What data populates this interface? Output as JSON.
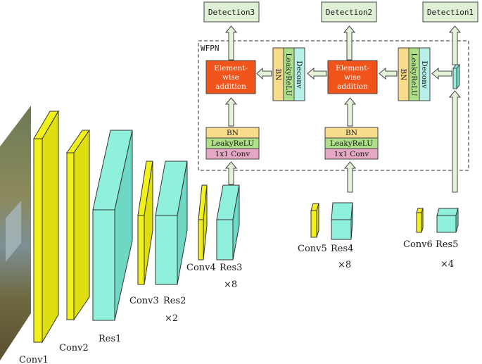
{
  "wfpn_label": "WFPN",
  "detections": [
    "Detection3",
    "Detection2",
    "Detection1"
  ],
  "elementwise": {
    "left": [
      "Element-",
      "wise",
      "addition"
    ],
    "right": [
      "Element-",
      "wise",
      "addition"
    ]
  },
  "deconv_stack": [
    "BN",
    "LeakyReLU",
    "Deconv"
  ],
  "lateral_stack": [
    "BN",
    "LeakyReLU",
    "1x1 Conv"
  ],
  "backbone": {
    "conv1": "Conv1",
    "conv2": "Conv2",
    "res1": "Res1",
    "conv3": "Conv3",
    "res2": "Res2",
    "res2_mult": "×2",
    "conv4": "Conv4",
    "res3": "Res3",
    "res3_mult": "×8",
    "conv5": "Conv5",
    "res4": "Res4",
    "res4_mult": "×8",
    "conv6": "Conv6",
    "res5": "Res5",
    "res5_mult": "×4"
  },
  "colors": {
    "conv": "#f2f21a",
    "res": "#8ff0dc",
    "detection": "#dff0d6",
    "elementwise": "#f0541a",
    "bn": "#f8dc8c",
    "leaky": "#aee08a",
    "conv1x1": "#e4a7c4",
    "deconv": "#b6f0e8",
    "arrow": "#e4f2da"
  }
}
